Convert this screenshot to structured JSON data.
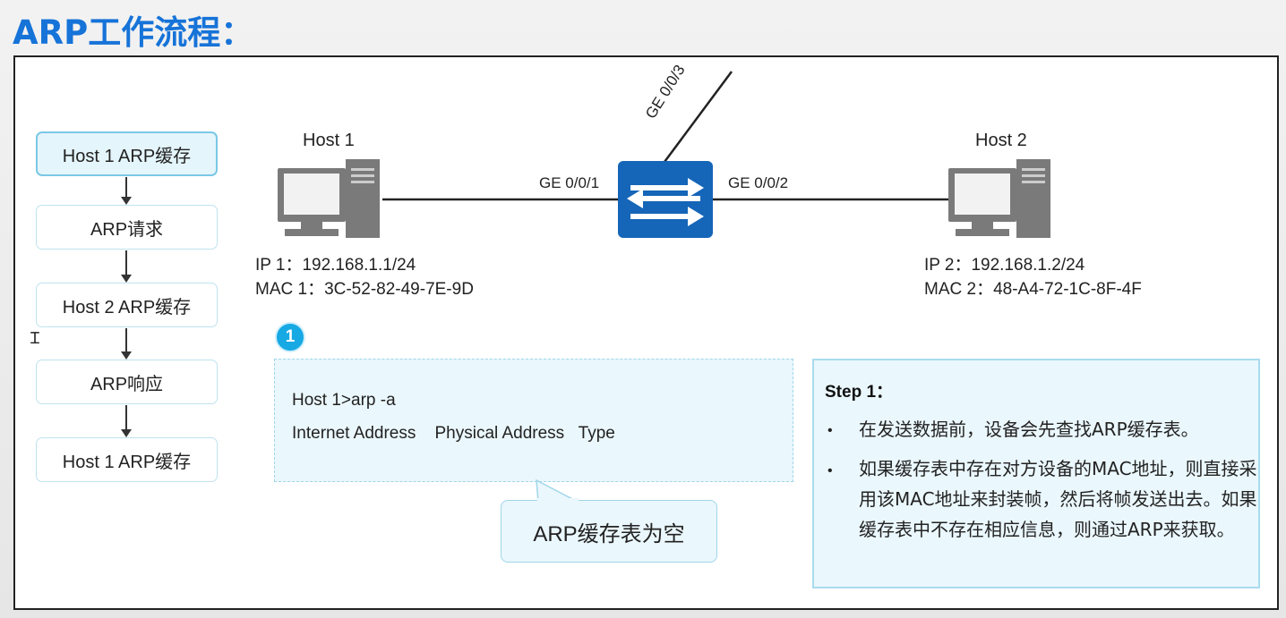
{
  "title": "ARP工作流程：",
  "flow": {
    "steps": [
      "Host 1 ARP缓存",
      "ARP请求",
      "Host 2 ARP缓存",
      "ARP响应",
      "Host 1 ARP缓存"
    ],
    "active_index": 0
  },
  "topology": {
    "host1": {
      "label": "Host 1",
      "ip": "IP 1：192.168.1.1/24",
      "mac": "MAC 1：3C-52-82-49-7E-9D"
    },
    "host2": {
      "label": "Host 2",
      "ip": "IP 2：192.168.1.2/24",
      "mac": "MAC 2：48-A4-72-1C-8F-4F"
    },
    "ports": {
      "p1": "GE 0/0/1",
      "p2": "GE 0/0/2",
      "p3": "GE 0/0/3"
    }
  },
  "badge": "1",
  "cli": {
    "line1": "Host 1>arp -a",
    "line2": "Internet Address    Physical Address   Type"
  },
  "callout": "ARP缓存表为空",
  "step": {
    "title": "Step 1：",
    "bullets": [
      "在发送数据前，设备会先查找ARP缓存表。",
      "如果缓存表中存在对方设备的MAC地址，则直接采用该MAC地址来封装帧，然后将帧发送出去。如果缓存表中不存在相应信息，则通过ARP来获取。"
    ]
  },
  "colors": {
    "title": "#1673d8",
    "switch": "#1565b8",
    "accent": "#16a9e4",
    "box_fill": "#eaf7fc"
  },
  "icons": {
    "pc": "desktop-computer-icon",
    "switch": "switch-icon",
    "cursor": "text-cursor-icon"
  }
}
